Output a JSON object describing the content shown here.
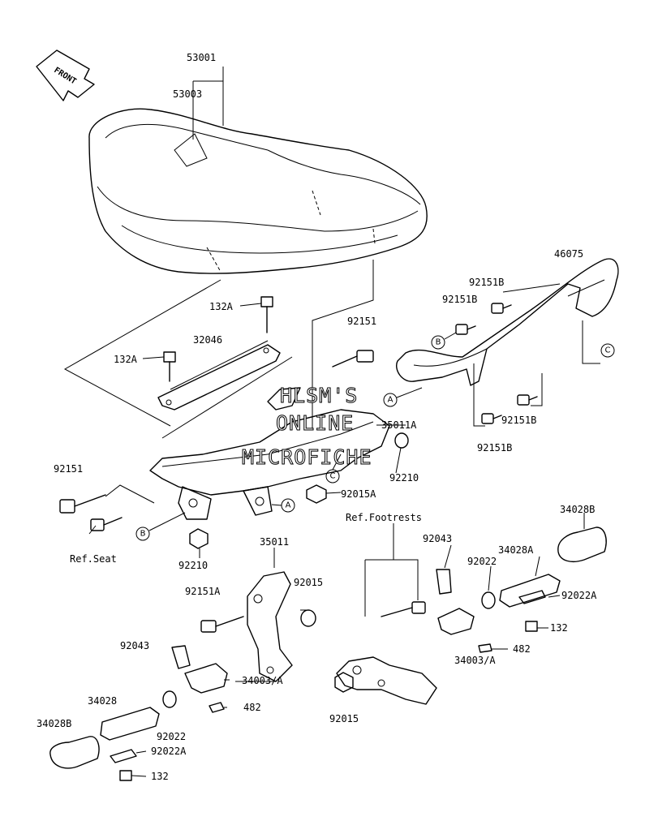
{
  "front_arrow": {
    "label": "FRONT"
  },
  "callouts": {
    "p53001": "53001",
    "p53003": "53003",
    "p46075": "46075",
    "p92151B_a": "92151B",
    "p92151B_b": "92151B",
    "p132A_a": "132A",
    "p92151_top": "92151",
    "p32046": "32046",
    "p132A_b": "132A",
    "p92151B_c": "92151B",
    "p92151B_d": "92151B",
    "p35011A": "35011A",
    "p92210_a": "92210",
    "p92015A": "92015A",
    "p92151_left": "92151",
    "p92210_b": "92210",
    "p34028B_right": "34028B",
    "p92043_right": "92043",
    "p92022_right": "92022",
    "p34028A": "34028A",
    "p92022A_right": "92022A",
    "p132_right": "132",
    "p35011": "35011",
    "p92151A": "92151A",
    "p92015_top": "92015",
    "p92043_left": "92043",
    "p34003_left": "34003/A",
    "p482_left": "482",
    "p34003_right": "34003/A",
    "p482_right": "482",
    "p34028": "34028",
    "p34028B_left": "34028B",
    "p92022_left": "92022",
    "p92022A_left": "92022A",
    "p132_left": "132",
    "p92015_bottom": "92015"
  },
  "references": {
    "ref_seat": "Ref.Seat",
    "ref_footrests": "Ref.Footrests"
  },
  "circle_markers": {
    "A1": "A",
    "A2": "A",
    "B1": "B",
    "B2": "B",
    "C1": "C",
    "C2": "C"
  },
  "watermark": {
    "line1": "HLSM'S",
    "line2": "ONLINE",
    "line3": "MICROFICHE"
  }
}
